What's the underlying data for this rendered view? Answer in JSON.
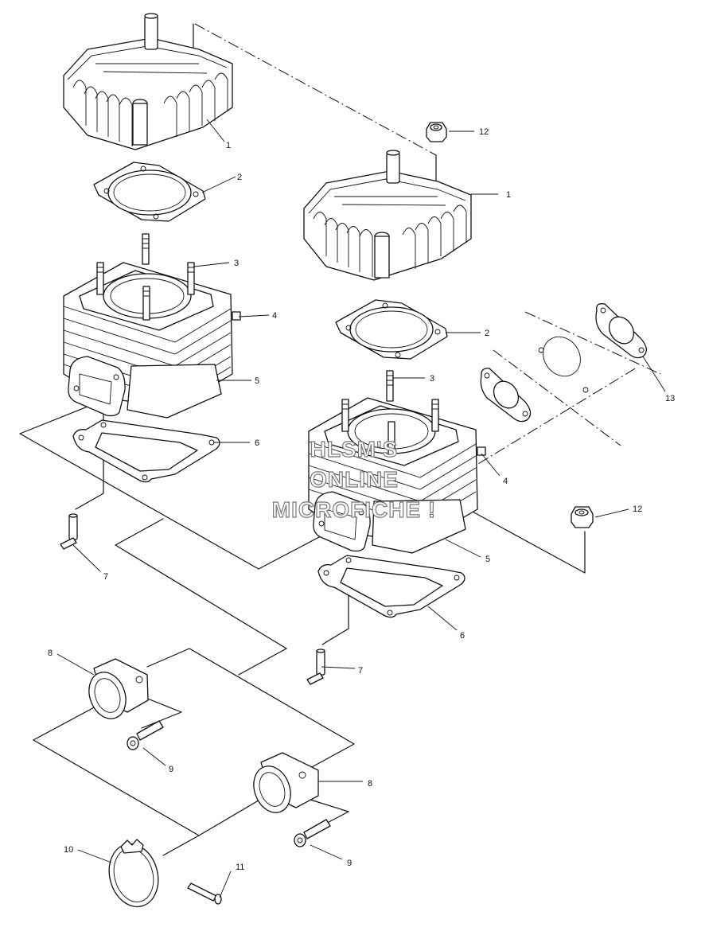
{
  "callouts": {
    "c1a": "1",
    "c1b": "1",
    "c2a": "2",
    "c2b": "2",
    "c3a": "3",
    "c3b": "3",
    "c4a": "4",
    "c4b": "4",
    "c5a": "5",
    "c5b": "5",
    "c6a": "6",
    "c6b": "6",
    "c7a": "7",
    "c7b": "7",
    "c8a": "8",
    "c8b": "8",
    "c9a": "9",
    "c9b": "9",
    "c10": "10",
    "c11": "11",
    "c12a": "12",
    "c12b": "12",
    "c13": "13"
  },
  "watermark": {
    "line1": "HLSM'S",
    "line2": "ONLINE",
    "line3": "MICROFICHE !"
  }
}
